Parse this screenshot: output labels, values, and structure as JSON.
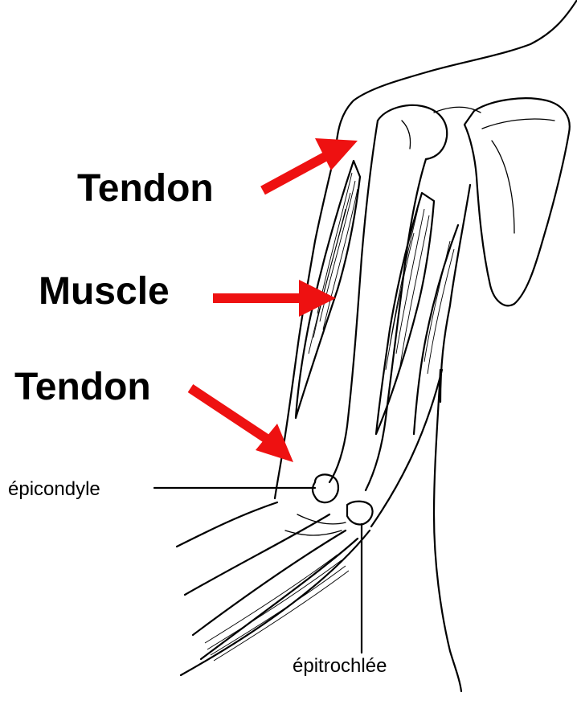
{
  "labels": {
    "tendon_top": "Tendon",
    "muscle": "Muscle",
    "tendon_bottom": "Tendon",
    "epicondyle": "épicondyle",
    "epitrochlea": "épitrochlée"
  },
  "colors": {
    "arrow": "#ee1111",
    "ink": "#000000",
    "background": "#ffffff"
  }
}
